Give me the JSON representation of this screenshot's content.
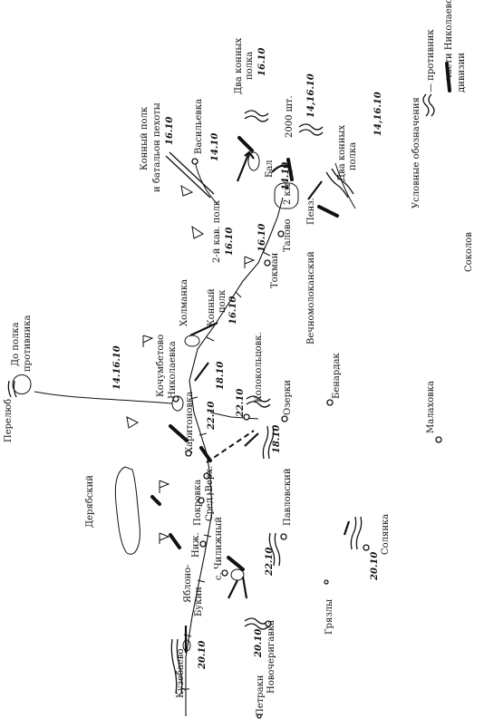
{
  "places": {
    "sokolov": "Соколов",
    "vasilevka": "Васильевка",
    "kholmanka": "Холманка",
    "kochumbetovo": "Кочумбетово",
    "nikolaevka": "Николаевка",
    "kharitonovka": "Харитоновка",
    "kolokoltsovka": "Колокольцовк.",
    "ozerki": "Озерки",
    "benardaki": "Бенардак",
    "malakhovka": "Малаховка",
    "sred_verkh": "Сред.-Верх.",
    "pokrovka": "Покровка",
    "nizh": "Ниж.",
    "s_chilizhny": "с. Чилижный",
    "pavlovskiy": "Павловский",
    "yablono": "Яблоно-",
    "bukin": "Букин",
    "novocherigovka": "Новочеригавка",
    "kuzebaevo": "Кузебаево",
    "petrakn": "Петракн",
    "gryazly": "Грязлы",
    "solyanka": "Солянка",
    "tokman": "Токман",
    "talovoe": "Талово",
    "penz": "Пенз.",
    "vechnomolokanskiy": "Вечномолоканский",
    "bal": "Бал",
    "pereloub": "Перелюб",
    "deryabskiy": "Дерябский"
  },
  "units": {
    "do_polka_1": "До полка",
    "do_polka_2": "противника",
    "dva_konnykh_polka_top_1": "Два конных",
    "dva_konnykh_polka_top_2": "полка",
    "dva_konnykh_polka_right_1": "Два конных",
    "dva_konnykh_polka_right_2": "полка",
    "konnyy_polk_batalon_1": "Конный полк",
    "konnyy_polk_batalon_2": "и батальон пехоты",
    "two_thousand": "2000 шт.",
    "second_cav_polk": "2-й кав. полк",
    "konnyy_polk_1": "Конный",
    "konnyy_polk_2": "полк",
    "two_km": "2 км"
  },
  "dates": {
    "d_16_10_a": "16.10",
    "d_16_10_b": "16.10",
    "d_14_16_10_a": "14.16.10",
    "d_14_10_a": "14.10",
    "d_14_10_b": "14.10",
    "d_16_10_c": "16.10",
    "d_16_10_d": "16.10",
    "d_16_10_e": "16.10",
    "d_14_16_10_b": "14,16.10",
    "d_14_16_10_c": "14,16.10",
    "d_18_10_a": "18.10",
    "d_18_10_b": "18.10",
    "d_22_10_a": "22.10",
    "d_22_10_b": "22.10",
    "d_22_10_c": "22.10",
    "d_20_10_a": "20.10",
    "d_20_10_b": "20.10",
    "d_20_10_c": "20.10"
  },
  "legend": {
    "title": "Условные обозначения",
    "enemy": "— противник",
    "ours_1": "— части Николаевской",
    "ours_2": "дивизии"
  }
}
